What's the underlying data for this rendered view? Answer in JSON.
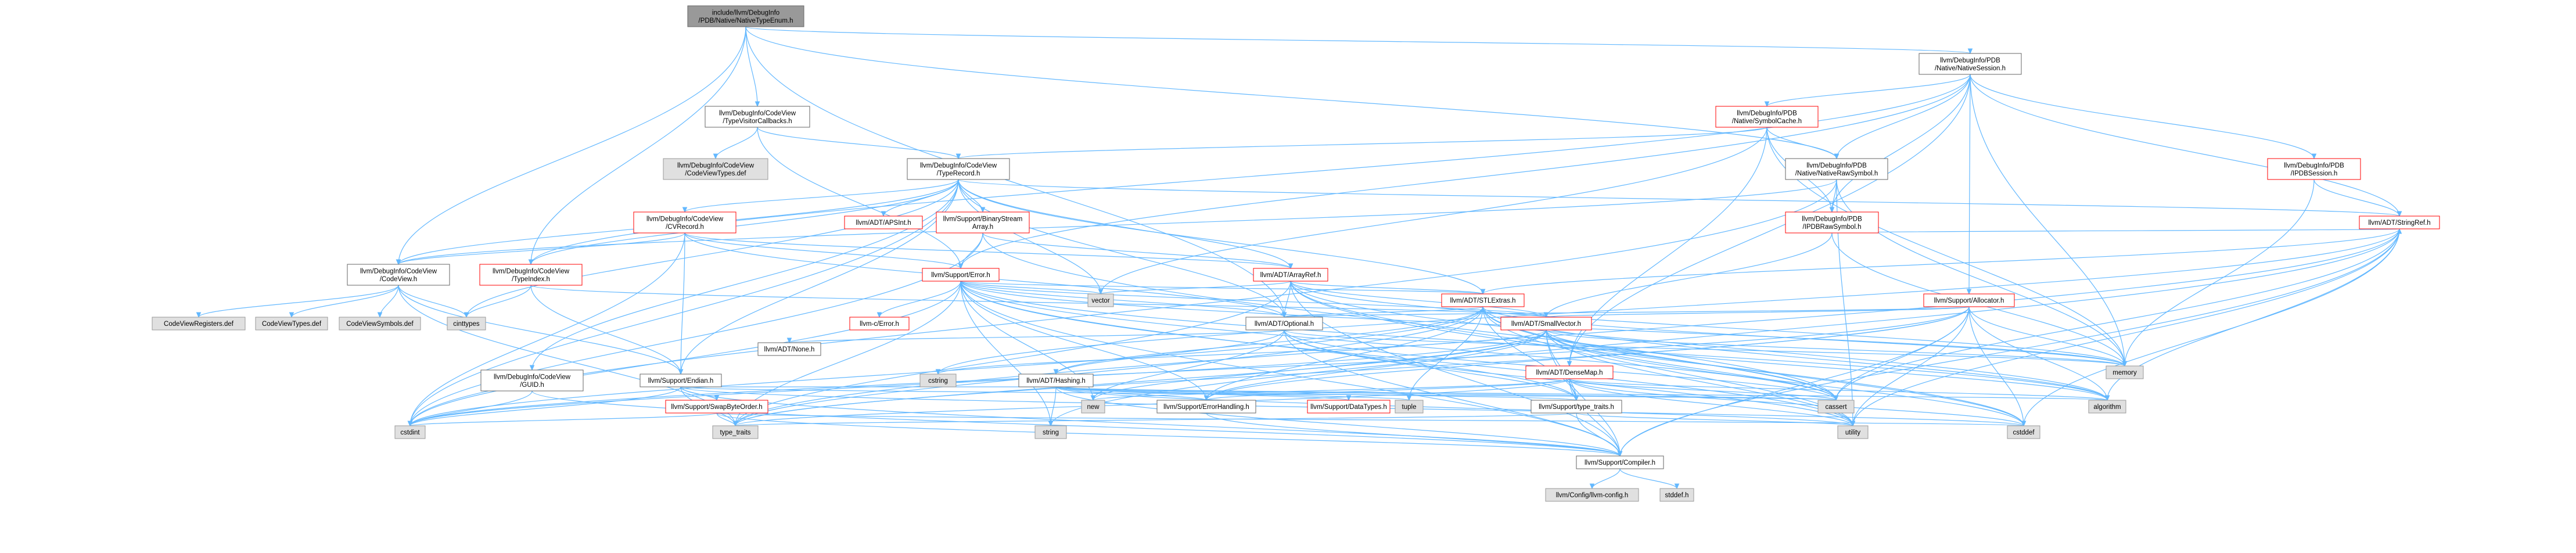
{
  "graph": {
    "colors": {
      "edge": "#63b8ff",
      "root_fill": "#999999",
      "node_border": "#666666",
      "incomplete_border": "#ff0000",
      "external_fill": "#e0e0e0",
      "external_border": "#999999"
    },
    "nodes": [
      {
        "id": "root",
        "kind": "root",
        "lines": [
          "include/llvm/DebugInfo",
          "/PDB/Native/NativeTypeEnum.h"
        ]
      },
      {
        "id": "native_session",
        "kind": "std",
        "lines": [
          "llvm/DebugInfo/PDB",
          "/Native/NativeSession.h"
        ]
      },
      {
        "id": "type_visitor_callbacks",
        "kind": "std",
        "lines": [
          "llvm/DebugInfo/CodeView",
          "/TypeVisitorCallbacks.h"
        ]
      },
      {
        "id": "native_symbol_cache",
        "kind": "red",
        "lines": [
          "llvm/DebugInfo/PDB",
          "/Native/SymbolCache.h"
        ]
      },
      {
        "id": "codeview_types_def",
        "kind": "gray",
        "lines": [
          "llvm/DebugInfo/CodeView",
          "/CodeViewTypes.def"
        ]
      },
      {
        "id": "type_record",
        "kind": "std",
        "lines": [
          "llvm/DebugInfo/CodeView",
          "/TypeRecord.h"
        ]
      },
      {
        "id": "native_raw_symbol",
        "kind": "std",
        "lines": [
          "llvm/DebugInfo/PDB",
          "/Native/NativeRawSymbol.h"
        ]
      },
      {
        "id": "ipdb_session",
        "kind": "red",
        "lines": [
          "llvm/DebugInfo/PDB",
          "/IPDBSession.h"
        ]
      },
      {
        "id": "cv_record",
        "kind": "red",
        "lines": [
          "llvm/DebugInfo/CodeView",
          "/CVRecord.h"
        ]
      },
      {
        "id": "ap_sint",
        "kind": "red",
        "lines": [
          "llvm/ADT/APSInt.h"
        ]
      },
      {
        "id": "binary_stream_array",
        "kind": "red",
        "lines": [
          "llvm/Support/BinaryStream",
          "Array.h"
        ]
      },
      {
        "id": "ipdb_raw_symbol",
        "kind": "red",
        "lines": [
          "llvm/DebugInfo/PDB",
          "/IPDBRawSymbol.h"
        ]
      },
      {
        "id": "string_ref",
        "kind": "red",
        "lines": [
          "llvm/ADT/StringRef.h"
        ]
      },
      {
        "id": "codeview_h",
        "kind": "std",
        "lines": [
          "llvm/DebugInfo/CodeView",
          "/CodeView.h"
        ]
      },
      {
        "id": "type_index",
        "kind": "red",
        "lines": [
          "llvm/DebugInfo/CodeView",
          "/TypeIndex.h"
        ]
      },
      {
        "id": "support_error",
        "kind": "red",
        "lines": [
          "llvm/Support/Error.h"
        ]
      },
      {
        "id": "array_ref",
        "kind": "red",
        "lines": [
          "llvm/ADT/ArrayRef.h"
        ]
      },
      {
        "id": "vector",
        "kind": "gray",
        "lines": [
          "vector"
        ]
      },
      {
        "id": "stl_extras",
        "kind": "red",
        "lines": [
          "llvm/ADT/STLExtras.h"
        ]
      },
      {
        "id": "allocator",
        "kind": "red",
        "lines": [
          "llvm/Support/Allocator.h"
        ]
      },
      {
        "id": "codeview_registers_def",
        "kind": "gray",
        "lines": [
          "CodeViewRegisters.def"
        ]
      },
      {
        "id": "codeview_types_def2",
        "kind": "gray",
        "lines": [
          "CodeViewTypes.def"
        ]
      },
      {
        "id": "codeview_symbols_def",
        "kind": "gray",
        "lines": [
          "CodeViewSymbols.def"
        ]
      },
      {
        "id": "cinttypes",
        "kind": "gray",
        "lines": [
          "cinttypes"
        ]
      },
      {
        "id": "llvm_c_error",
        "kind": "red",
        "lines": [
          "llvm-c/Error.h"
        ]
      },
      {
        "id": "optional",
        "kind": "std",
        "lines": [
          "llvm/ADT/Optional.h"
        ]
      },
      {
        "id": "small_vector",
        "kind": "red",
        "lines": [
          "llvm/ADT/SmallVector.h"
        ]
      },
      {
        "id": "guid",
        "kind": "std",
        "lines": [
          "llvm/DebugInfo/CodeView",
          "/GUID.h"
        ]
      },
      {
        "id": "support_endian",
        "kind": "std",
        "lines": [
          "llvm/Support/Endian.h"
        ]
      },
      {
        "id": "adt_none",
        "kind": "std",
        "lines": [
          "llvm/ADT/None.h"
        ]
      },
      {
        "id": "adt_hashing",
        "kind": "std",
        "lines": [
          "llvm/ADT/Hashing.h"
        ]
      },
      {
        "id": "dense_map",
        "kind": "red",
        "lines": [
          "llvm/ADT/DenseMap.h"
        ]
      },
      {
        "id": "memory",
        "kind": "gray",
        "lines": [
          "memory"
        ]
      },
      {
        "id": "swap_byte_order",
        "kind": "red",
        "lines": [
          "llvm/Support/SwapByteOrder.h"
        ]
      },
      {
        "id": "cstring",
        "kind": "gray",
        "lines": [
          "cstring"
        ]
      },
      {
        "id": "new",
        "kind": "gray",
        "lines": [
          "new"
        ]
      },
      {
        "id": "error_handling",
        "kind": "std",
        "lines": [
          "llvm/Support/ErrorHandling.h"
        ]
      },
      {
        "id": "data_types",
        "kind": "red",
        "lines": [
          "llvm/Support/DataTypes.h"
        ]
      },
      {
        "id": "tuple",
        "kind": "gray",
        "lines": [
          "tuple"
        ]
      },
      {
        "id": "type_traits_h",
        "kind": "std",
        "lines": [
          "llvm/Support/type_traits.h"
        ]
      },
      {
        "id": "cassert",
        "kind": "gray",
        "lines": [
          "cassert"
        ]
      },
      {
        "id": "algorithm",
        "kind": "gray",
        "lines": [
          "algorithm"
        ]
      },
      {
        "id": "cstdint",
        "kind": "gray",
        "lines": [
          "cstdint"
        ]
      },
      {
        "id": "type_traits",
        "kind": "gray",
        "lines": [
          "type_traits"
        ]
      },
      {
        "id": "string",
        "kind": "gray",
        "lines": [
          "string"
        ]
      },
      {
        "id": "compiler",
        "kind": "std",
        "lines": [
          "llvm/Support/Compiler.h"
        ]
      },
      {
        "id": "utility",
        "kind": "gray",
        "lines": [
          "utility"
        ]
      },
      {
        "id": "cstddef",
        "kind": "gray",
        "lines": [
          "cstddef"
        ]
      },
      {
        "id": "llvm_config",
        "kind": "gray",
        "lines": [
          "llvm/Config/llvm-config.h"
        ]
      },
      {
        "id": "stddef",
        "kind": "gray",
        "lines": [
          "stddef.h"
        ]
      }
    ]
  }
}
